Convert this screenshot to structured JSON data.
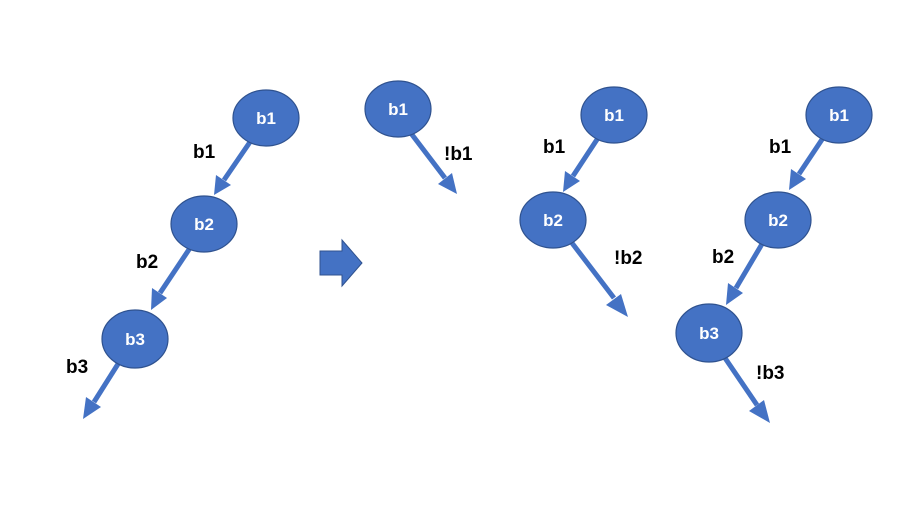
{
  "diagrams": [
    {
      "nodes": [
        "b1",
        "b2",
        "b3"
      ],
      "edges": [
        "b1",
        "b2",
        "b3"
      ]
    },
    {
      "nodes": [
        "b1"
      ],
      "edges": [
        "!b1"
      ]
    },
    {
      "nodes": [
        "b1",
        "b2"
      ],
      "edges": [
        "b1",
        "!b2"
      ]
    },
    {
      "nodes": [
        "b1",
        "b2",
        "b3"
      ],
      "edges": [
        "b1",
        "b2",
        "!b3"
      ]
    }
  ],
  "colors": {
    "node_fill": "#4472C4",
    "node_stroke": "#2F528F",
    "edge": "#4472C4",
    "node_label": "#FFFFFF",
    "edge_label": "#000000"
  },
  "icons": {
    "transition": "right-arrow-icon"
  }
}
